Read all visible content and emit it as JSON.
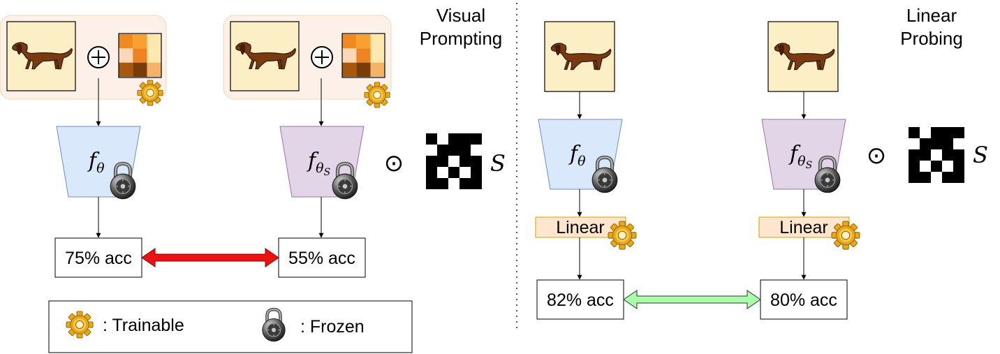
{
  "titles": {
    "visual_prompting_line1": "Visual",
    "visual_prompting_line2": "Prompting",
    "linear_probing_line1": "Linear",
    "linear_probing_line2": "Probing"
  },
  "models": {
    "dense": {
      "base": "f",
      "sub": "θ"
    },
    "sparse": {
      "base": "f",
      "sub": "θ",
      "subsub": "S"
    }
  },
  "operators": {
    "plus": "⊕",
    "odot": "⊙",
    "mask_symbol": "S"
  },
  "layers": {
    "linear": "Linear"
  },
  "results": {
    "vp_dense": "75% acc",
    "vp_sparse": "55% acc",
    "lp_dense": "82% acc",
    "lp_sparse": "80% acc"
  },
  "legend": {
    "trainable_label": ":  Trainable",
    "frozen_label": ":  Frozen"
  },
  "colors": {
    "image_bg": "#fcefc5",
    "prompt_panel_bg": "#fdf0e8",
    "prompt_panel_border": "#f4d8b0",
    "dense_model_fill": "#dae8fc",
    "dense_model_stroke": "#6c8ebf",
    "sparse_model_fill": "#e1d5e7",
    "sparse_model_stroke": "#9673a6",
    "linear_fill": "#ffe6cc",
    "linear_stroke": "#d79b00",
    "gap_arrow_large": "#ee1111",
    "gap_arrow_small": "#aaffaa",
    "dog": "#7a3a10"
  },
  "icons": [
    "dog-image",
    "gear-icon",
    "lock-icon",
    "mask-grid",
    "prompt-grid"
  ]
}
